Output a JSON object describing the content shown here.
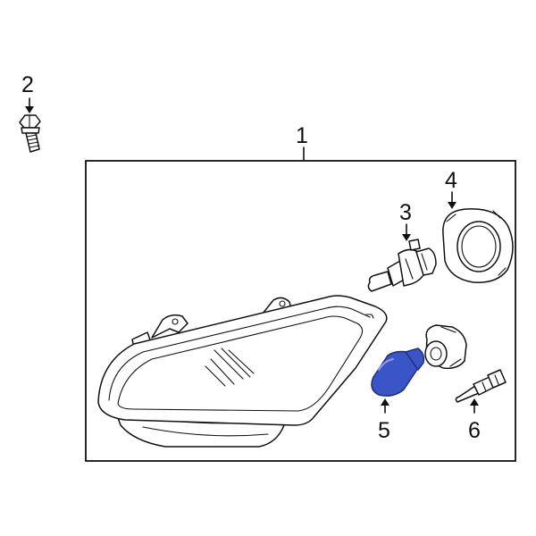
{
  "callouts": [
    {
      "number": "1",
      "part": "headlamp-assembly"
    },
    {
      "number": "2",
      "part": "bolt"
    },
    {
      "number": "3",
      "part": "headlamp-bulb"
    },
    {
      "number": "4",
      "part": "bulb-cover"
    },
    {
      "number": "5",
      "part": "turn-signal-bulb"
    },
    {
      "number": "6",
      "part": "side-marker-bulb"
    }
  ],
  "colors": {
    "background": "#ffffff",
    "line": "#111111",
    "highlight": "#3a55c8",
    "highlight_edge": "#1f2f7a"
  },
  "highlighted_callout": "5"
}
